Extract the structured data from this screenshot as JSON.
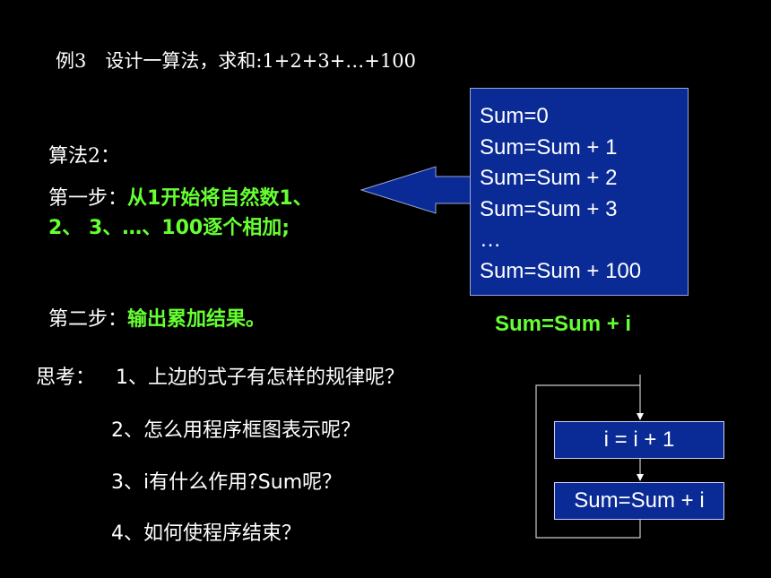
{
  "title": "例3　设计一算法，求和:1+2+3+…+100",
  "algorithm": {
    "label": "算法2：",
    "step1_prefix": "第一步：",
    "step1_text": "从1开始将自然数1、2、 3、…、100逐个相加;",
    "step2_prefix": "第二步：",
    "step2_text": "输出累加结果。"
  },
  "sum_box": {
    "lines": [
      "Sum=0",
      "Sum=Sum + 1",
      "Sum=Sum + 2",
      "Sum=Sum + 3",
      "…",
      "Sum=Sum + 100"
    ]
  },
  "general_formula": "Sum=Sum + i",
  "thinking": {
    "label": "思考：",
    "q1": "1、上边的式子有怎样的规律呢？",
    "q2": "2、怎么用程序框图表示呢？",
    "q3": "3、i有什么作用?Sum呢？",
    "q4": "4、如何使程序结束？"
  },
  "flowchart": {
    "box1": "i = i + 1",
    "box2": "Sum=Sum + i"
  },
  "colors": {
    "background": "#000000",
    "box_fill": "#0a2a96",
    "highlight_green": "#66ff33"
  }
}
